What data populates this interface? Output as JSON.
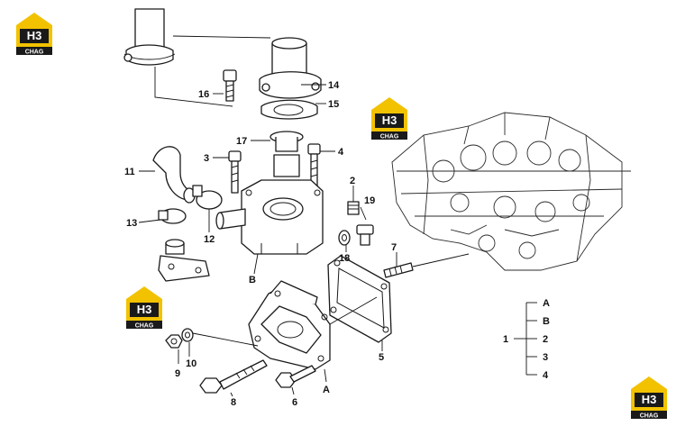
{
  "logo": {
    "main": "H3",
    "sub": "CHAG",
    "color": "#f2c200",
    "dark": "#1a1a1a"
  },
  "callouts": {
    "c1": "1",
    "c2": "2",
    "c3": "3",
    "c4": "4",
    "c5": "5",
    "c6": "6",
    "c7": "7",
    "c8": "8",
    "c9": "9",
    "c10": "10",
    "c11": "11",
    "c12": "12",
    "c13": "13",
    "c14": "14",
    "c15": "15",
    "c16": "16",
    "c17": "17",
    "c18": "18",
    "c19": "19",
    "cA": "A",
    "cB": "B"
  },
  "legend": {
    "root": "1",
    "items": [
      "A",
      "B",
      "2",
      "3",
      "4"
    ]
  }
}
